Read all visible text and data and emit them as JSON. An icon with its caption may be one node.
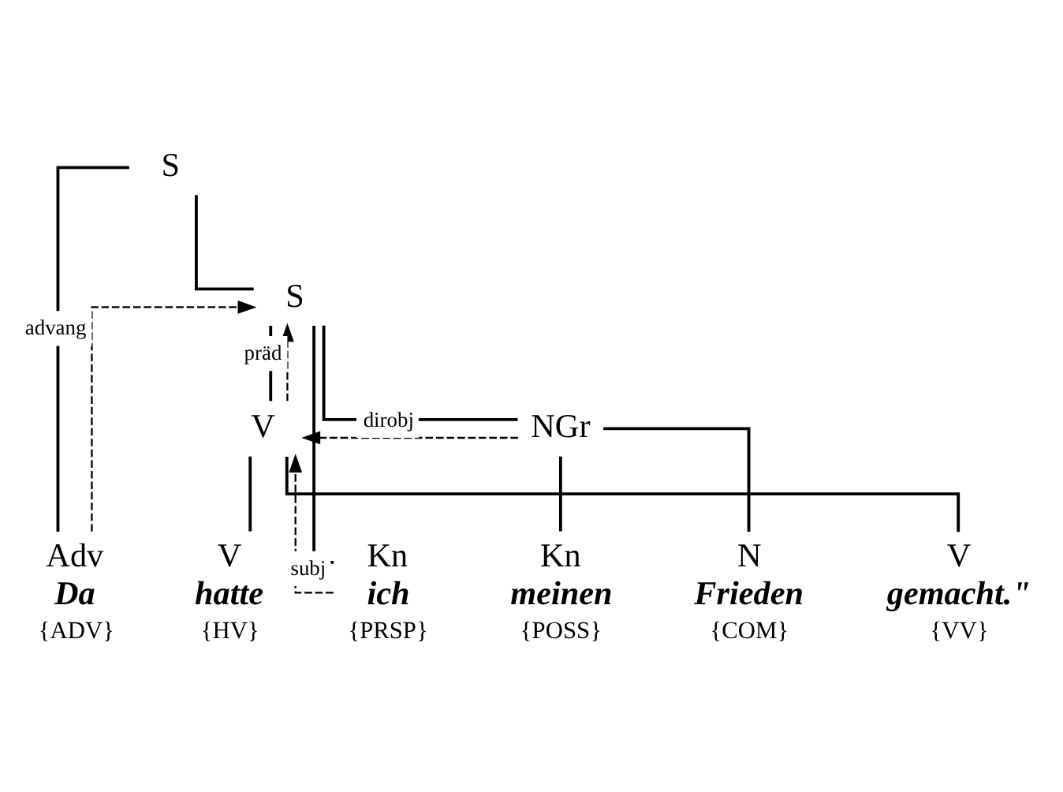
{
  "diagram": {
    "nodes": [
      {
        "text": [
          "S"
        ]
      },
      {
        "text": [
          "S"
        ]
      },
      {
        "text": [
          "V"
        ]
      },
      {
        "text": [
          "NGr"
        ]
      },
      {
        "text": [
          "Adv"
        ],
        "beside": [
          "Da",
          "{ADV}"
        ]
      },
      {
        "text": [
          "V"
        ],
        "beside": [
          "hatte",
          "{HV}"
        ]
      },
      {
        "text": [
          "Kn"
        ],
        "beside": [
          "ich",
          "{PRSP}"
        ]
      },
      {
        "text": [
          "Kn"
        ],
        "beside": [
          "meinen",
          "{POSS}"
        ]
      },
      {
        "text": [
          "N"
        ],
        "beside": [
          "Frieden",
          "{COM}"
        ]
      },
      {
        "text": [
          "V"
        ],
        "beside": [
          "gemacht.\"",
          "{VV}"
        ]
      }
    ],
    "edges": [
      {
        "from": 0,
        "to": 4,
        "arrow": "none"
      },
      {
        "from": 0,
        "to": 1,
        "arrow": "none"
      },
      {
        "from": 1,
        "to": 6,
        "arrow": "none"
      },
      {
        "from": 1,
        "to": 3,
        "arrow": "none"
      },
      {
        "from": 1,
        "to": 2,
        "arrow": "none"
      },
      {
        "from": 2,
        "to": 5,
        "arrow": "none"
      },
      {
        "from": 2,
        "to": 9,
        "arrow": "none"
      },
      {
        "from": 3,
        "to": 7,
        "arrow": "none"
      },
      {
        "from": 3,
        "to": 8,
        "arrow": "none"
      },
      {
        "from": 4,
        "to": 1,
        "arrow": "to",
        "style": "dashed",
        "label": "advang"
      },
      {
        "from": 6,
        "to": 2,
        "arrow": "to",
        "style": "dashed",
        "label": "subj"
      },
      {
        "from": 3,
        "to": 2,
        "arrow": "to",
        "style": "dashed",
        "label": "dirobj"
      },
      {
        "from": 2,
        "to": 1,
        "arrow": "to",
        "style": "dashed",
        "label": "präd"
      }
    ]
  }
}
